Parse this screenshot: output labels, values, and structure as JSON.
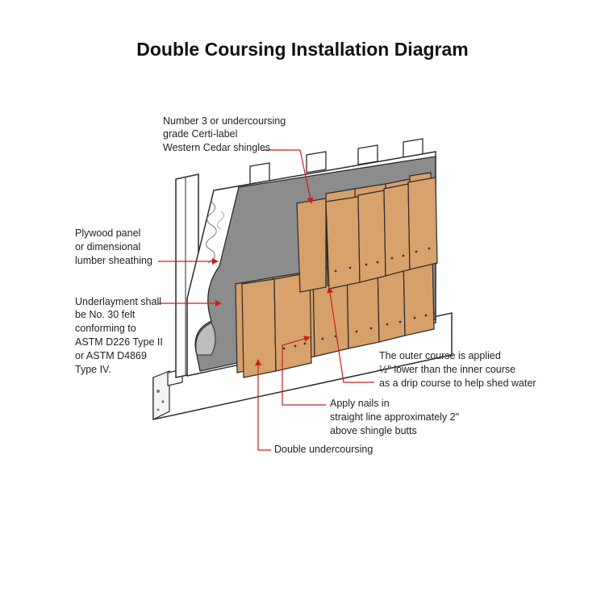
{
  "title": "Double Coursing Installation Diagram",
  "labels": {
    "shingles": [
      "Number 3 or undercoursing",
      "grade Certi-label",
      "Western Cedar shingles"
    ],
    "sheathing": [
      "Plywood panel",
      "or dimensional",
      "lumber sheathing"
    ],
    "underlayment": [
      "Underlayment shall",
      "be No. 30 felt",
      "conforming to",
      "ASTM D226 Type II",
      "or ASTM D4869",
      "Type IV."
    ],
    "outer_course": [
      "The outer course is applied",
      "½\" lower than the inner course",
      "as a drip course to help shed water"
    ],
    "nails": [
      "Apply nails in",
      "straight line approximately 2\"",
      "above shingle butts"
    ],
    "double_undercoursing": [
      "Double undercoursing"
    ]
  },
  "colors": {
    "shingle": "#d6a06a",
    "felt": "#8c8c8c",
    "sheathing": "#ffffff",
    "leader": "#c8211e",
    "outline": "#2a2a2a"
  }
}
